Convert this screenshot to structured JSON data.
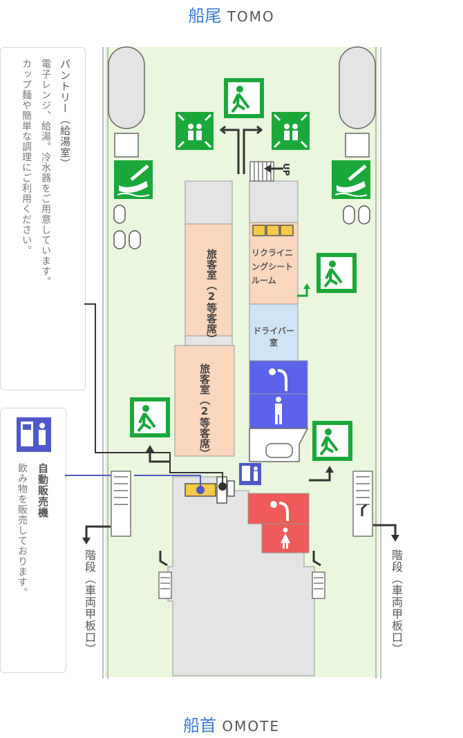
{
  "header": {
    "stern_jp": "船尾",
    "stern_en": "TOMO"
  },
  "footer": {
    "bow_jp": "船首",
    "bow_en": "OMOTE"
  },
  "pantry": {
    "title": "パントリー（給湯室）",
    "line1": "電子レンジ、給湯。冷水器をご用意しています。",
    "line2": "カップ麺や簡単な調理にご利用ください。"
  },
  "vending": {
    "title": "自動販売機",
    "desc": "飲み物を販売しております。"
  },
  "rooms": {
    "cabin_upper": {
      "name": "旅客室",
      "class": "（2等客席）"
    },
    "cabin_lower": {
      "name": "旅客室",
      "class": "（2等客席）"
    },
    "recliner": "リクライニングシートルーム",
    "driver": "ドライバー室"
  },
  "stairs": {
    "up_label": "UP",
    "left": {
      "name": "階段",
      "sub": "（車両甲板口）"
    },
    "right": {
      "name": "階段",
      "sub": "（車両甲板口）"
    }
  },
  "colors": {
    "deck": "#eaf6dd",
    "cabin": "#fad7bd",
    "driver": "#cfe5f6",
    "mens": "#5a63ea",
    "womens": "#ef5a5a",
    "exit_green": "#1aa83a",
    "vending_blue": "#4f58c8",
    "accent_blue": "#3a7ad0",
    "yellow_seat": "#f6cb45"
  },
  "icons": [
    "emergency-exit-icon",
    "assembly-point-icon",
    "lifeboat-icon",
    "shower-icon",
    "mens-toilet-icon",
    "womens-toilet-icon",
    "vending-machine-icon",
    "stairs-icon",
    "arrow-icon"
  ]
}
